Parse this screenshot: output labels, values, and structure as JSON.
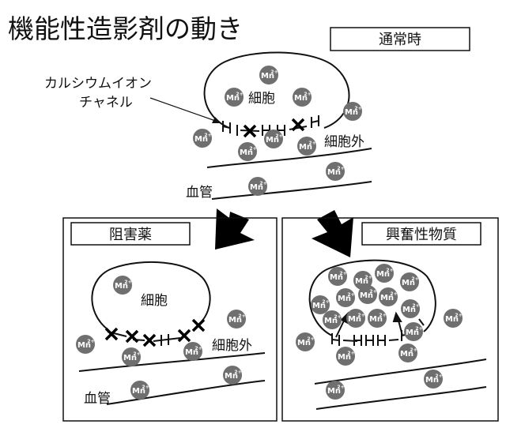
{
  "title": "機能性造影剤の動き",
  "panels": {
    "normal": {
      "label": "通常時"
    },
    "blocker": {
      "label": "阻害薬"
    },
    "stimulant": {
      "label": "興奮性物質"
    }
  },
  "labels": {
    "channel_line1": "カルシウムイオン",
    "channel_line2": "チャネル",
    "cell": "細胞",
    "extracellular": "細胞外",
    "blood_vessel": "血管"
  },
  "ion": {
    "base": "Mn",
    "superscript": "2+"
  },
  "colors": {
    "ion_fill": "#6f6f6f",
    "stroke": "#111111",
    "arrow": "#000000"
  }
}
